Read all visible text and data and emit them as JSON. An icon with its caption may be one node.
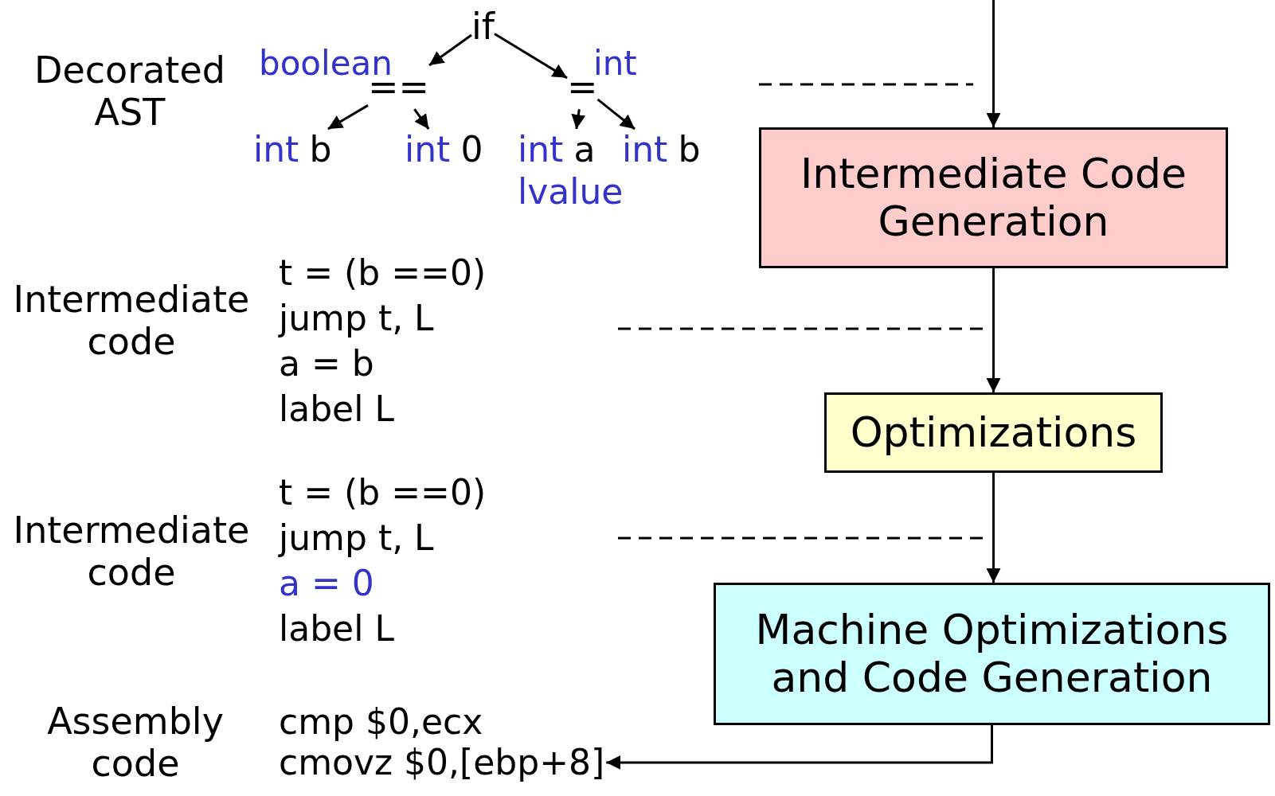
{
  "diagram": {
    "nodes": [
      {
        "text": [
          "if"
        ]
      },
      {
        "text": [
          "=="
        ],
        "beside": [
          "boolean"
        ]
      },
      {
        "text": [
          "="
        ],
        "beside": [
          "int"
        ]
      },
      {
        "text": [
          "int",
          "b"
        ]
      },
      {
        "text": [
          "int",
          "0"
        ]
      },
      {
        "text": [
          "int",
          "a",
          "lvalue"
        ]
      },
      {
        "text": [
          "int",
          "b"
        ]
      },
      {
        "text": [
          "Intermediate Code Generation"
        ]
      },
      {
        "text": [
          "Optimizations"
        ]
      },
      {
        "text": [
          "Machine Optimizations and Code Generation"
        ]
      },
      {
        "text": [
          "cmp $0,ecx",
          "cmovz $0,[ebp+8]"
        ]
      }
    ],
    "edges": [
      {
        "from": 0,
        "to": 1,
        "arrow": "to"
      },
      {
        "from": 0,
        "to": 2,
        "arrow": "to"
      },
      {
        "from": 1,
        "to": 3,
        "arrow": "to"
      },
      {
        "from": 1,
        "to": 4,
        "arrow": "to"
      },
      {
        "from": 2,
        "to": 5,
        "arrow": "to"
      },
      {
        "from": 2,
        "to": 6,
        "arrow": "to"
      },
      {
        "from": null,
        "to": 7,
        "arrow": "to"
      },
      {
        "from": 7,
        "to": 8,
        "arrow": "to"
      },
      {
        "from": 8,
        "to": 9,
        "arrow": "to"
      },
      {
        "from": 9,
        "to": 10,
        "arrow": "to"
      }
    ],
    "labels": [
      "Decorated AST",
      "Intermediate code",
      "t = (b ==0)",
      "jump t, L",
      "a = b",
      "label L",
      "Intermediate code",
      "t = (b ==0)",
      "jump t, L",
      "a = 0",
      "label L",
      "Assembly code"
    ]
  }
}
